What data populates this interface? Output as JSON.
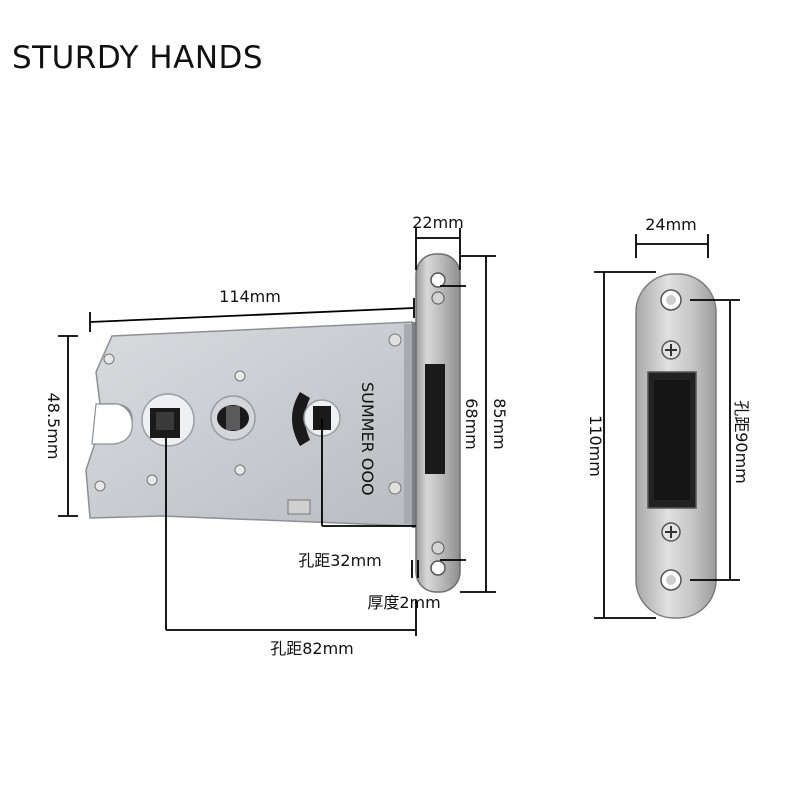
{
  "brand": "STURDY HANDS",
  "dimensions": {
    "body_width": "114mm",
    "body_height": "48.5mm",
    "faceplate_width": "22mm",
    "faceplate_height": "85mm",
    "cutout_height": "68mm",
    "hole_spacing_small": "孔距32mm",
    "thickness": "厚度2mm",
    "hole_spacing_large": "孔距82mm",
    "strike_width": "24mm",
    "strike_height": "110mm",
    "strike_hole_spacing": "孔距90mm"
  },
  "body_marking": "SUMMER OOO",
  "colors": {
    "metal_body": "#c9ccd0",
    "steel_plate": "#b8b8b8",
    "dark_slot": "#1a1a1a",
    "line": "#000000"
  }
}
